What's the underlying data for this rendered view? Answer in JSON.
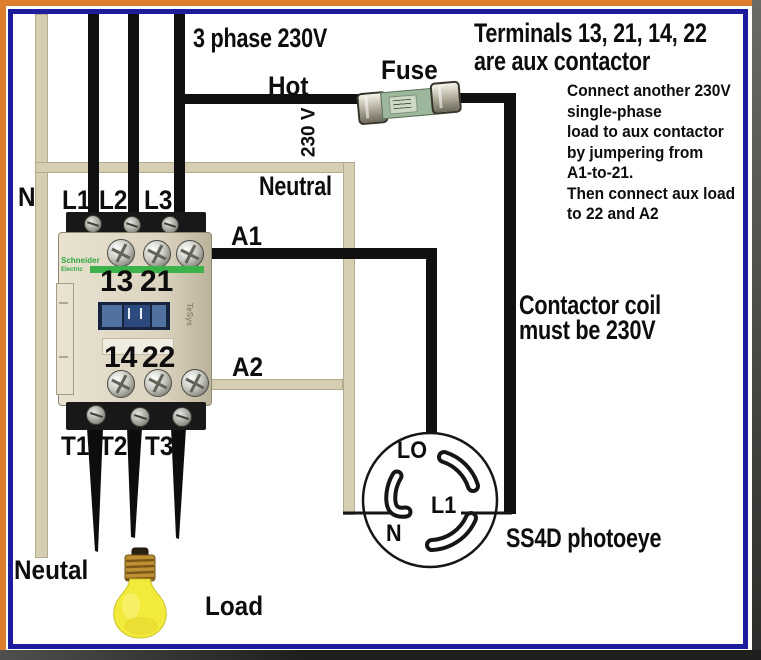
{
  "colors": {
    "border_navy": "#1c1c9c",
    "frame_orange": "#dd7e2e",
    "wire_black": "#101010",
    "wire_neutral_tan": "#d6ceb2",
    "contactor_green": "#3cb24a",
    "fuse_green": "#9cb79b",
    "bulb_yellow": "#f3eb3c"
  },
  "supply": {
    "three_phase": "3 phase 230V",
    "hot": "Hot",
    "voltage": "230 V",
    "neutral": "Neutral",
    "n": "N",
    "l1": "L1",
    "l2": "L2",
    "l3": "L3"
  },
  "fuse": {
    "label": "Fuse"
  },
  "notes": {
    "heading1": "Terminals 13, 21, 14, 22",
    "heading2": "are aux contactor",
    "lines": [
      "Connect another 230V",
      "single-phase",
      "load to aux contactor",
      "by jumpering from",
      "A1-to-21.",
      "Then connect aux load",
      "to 22 and A2"
    ],
    "coil1": "Contactor coil",
    "coil2": "must be 230V"
  },
  "contactor": {
    "brand_line1": "Schneider",
    "brand_line2": "Electric",
    "series": "TeSys",
    "a1": "A1",
    "a2": "A2",
    "aux_top_left": "13",
    "aux_top_right": "21",
    "aux_bottom_left": "14",
    "aux_bottom_right": "22",
    "t1": "T1",
    "t2": "T2",
    "t3": "T3"
  },
  "photoeye": {
    "name": "SS4D photoeye",
    "terminal_lo": "LO",
    "terminal_l1": "L1",
    "terminal_n": "N"
  },
  "load": {
    "label": "Load",
    "neutral": "Neutal"
  }
}
